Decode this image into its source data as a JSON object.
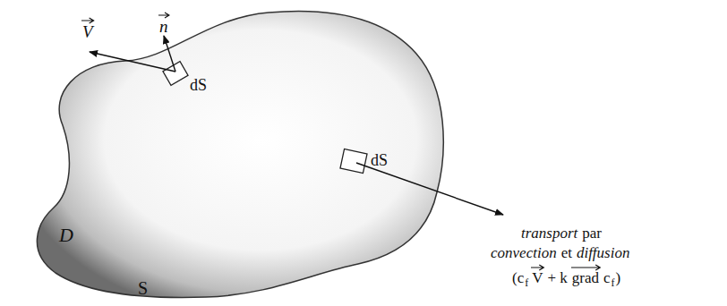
{
  "diagram": {
    "labels": [
      "V",
      "n",
      "dS",
      "dS",
      "D",
      "S",
      "transport",
      "par",
      "convection",
      "et",
      "diffusion",
      "(c",
      "f",
      "V",
      "+ k",
      "grad",
      "c",
      "f",
      ")"
    ]
  }
}
